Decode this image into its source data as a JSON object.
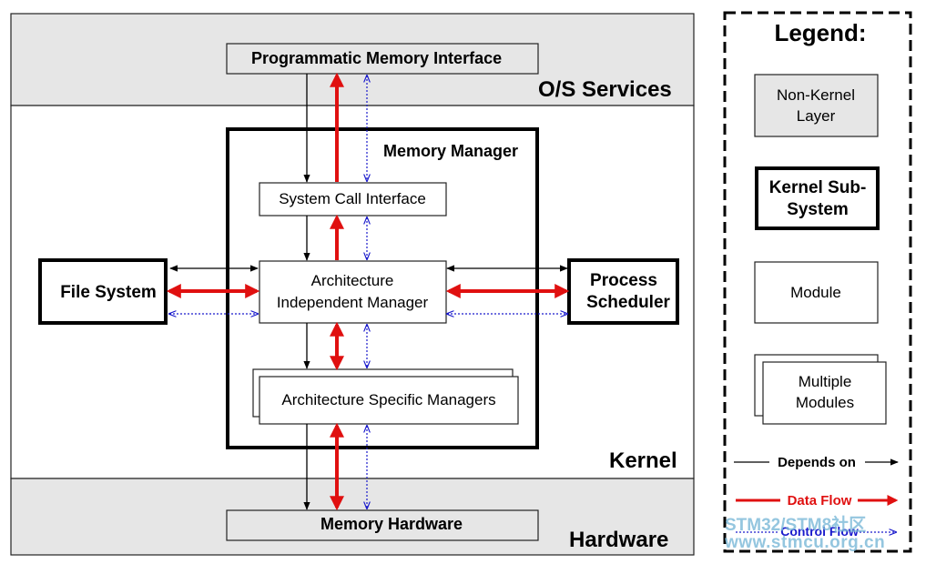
{
  "layers": {
    "os_services": "O/S Services",
    "kernel": "Kernel",
    "hardware": "Hardware"
  },
  "boxes": {
    "programmatic_memory_interface": "Programmatic Memory Interface",
    "memory_manager": "Memory Manager",
    "system_call_interface": "System Call Interface",
    "arch_independent_manager_line1": "Architecture",
    "arch_independent_manager_line2": "Independent Manager",
    "arch_specific_managers": "Architecture Specific Managers",
    "memory_hardware": "Memory Hardware",
    "file_system": "File System",
    "process_scheduler_line1": "Process",
    "process_scheduler_line2": "Scheduler"
  },
  "legend": {
    "title": "Legend:",
    "non_kernel_line1": "Non-Kernel",
    "non_kernel_line2": "Layer",
    "kernel_sub_line1": "Kernel Sub-",
    "kernel_sub_line2": "System",
    "module": "Module",
    "multiple_line1": "Multiple",
    "multiple_line2": "Modules",
    "depends_on": "Depends on",
    "data_flow": "Data Flow",
    "control_flow": "Control Flow"
  },
  "watermark": {
    "line1": "STM32/STM8社区",
    "line2": "www.stmcu.org.cn"
  },
  "colors": {
    "layer_fill": "#e6e6e6",
    "data_flow": "#e01010",
    "control_flow": "#1a1acc",
    "depends": "#000000"
  }
}
